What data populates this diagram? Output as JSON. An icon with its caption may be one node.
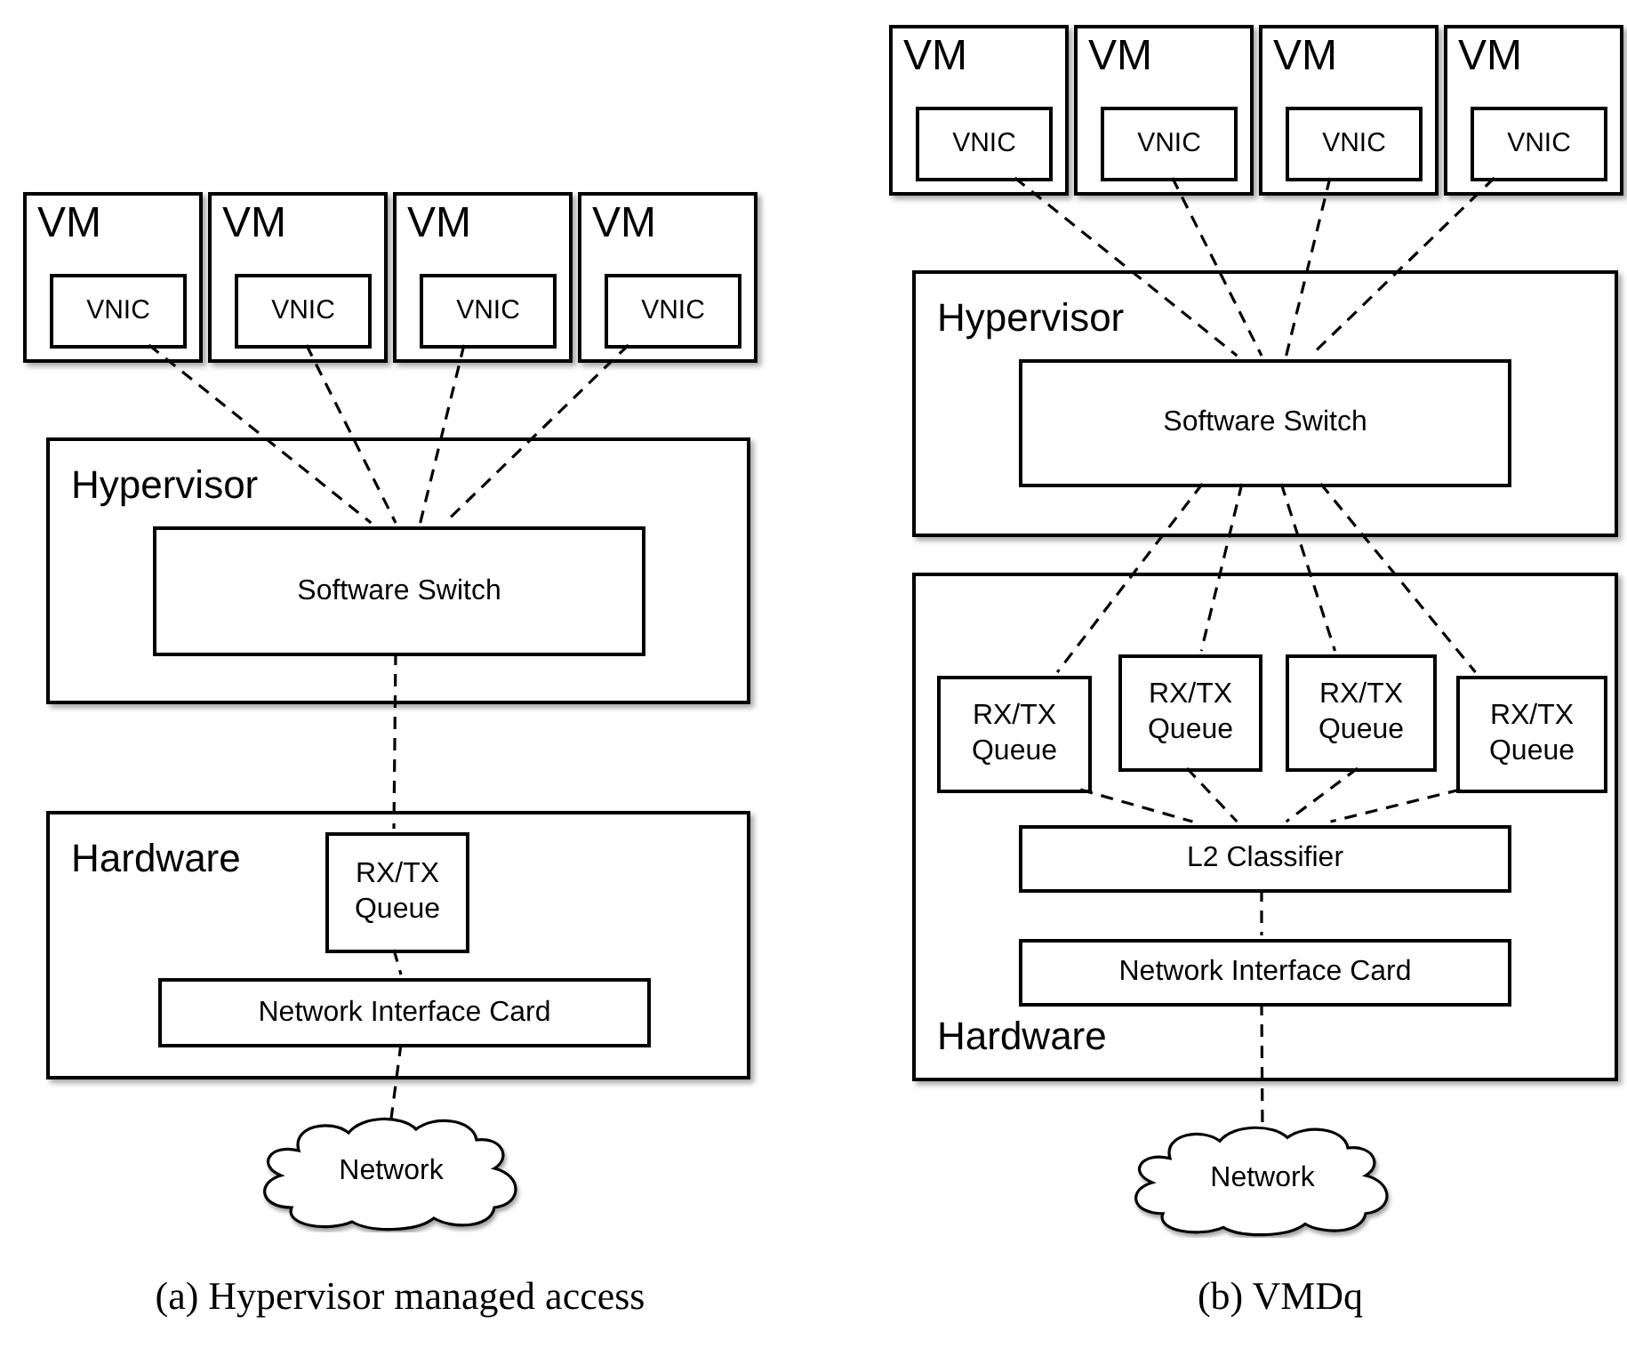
{
  "diagram": {
    "nodes": [
      {
        "text": [
          "VM"
        ]
      },
      {
        "text": [
          "VNIC"
        ],
        "in": 0
      },
      {
        "text": [
          "VM"
        ]
      },
      {
        "text": [
          "VNIC"
        ],
        "in": 2
      },
      {
        "text": [
          "VM"
        ]
      },
      {
        "text": [
          "VNIC"
        ],
        "in": 4
      },
      {
        "text": [
          "VM"
        ]
      },
      {
        "text": [
          "VNIC"
        ],
        "in": 6
      },
      {
        "text": [
          "Hypervisor"
        ]
      },
      {
        "text": [
          "Software Switch"
        ],
        "in": 8
      },
      {
        "text": [
          "Hardware"
        ]
      },
      {
        "text": [
          "RX/TX Queue"
        ],
        "in": 10
      },
      {
        "text": [
          "Network Interface Card"
        ],
        "in": 10
      },
      {
        "text": [
          "Network"
        ]
      },
      {
        "text": [
          "VM"
        ]
      },
      {
        "text": [
          "VNIC"
        ],
        "in": 14
      },
      {
        "text": [
          "VM"
        ]
      },
      {
        "text": [
          "VNIC"
        ],
        "in": 16
      },
      {
        "text": [
          "VM"
        ]
      },
      {
        "text": [
          "VNIC"
        ],
        "in": 18
      },
      {
        "text": [
          "VM"
        ]
      },
      {
        "text": [
          "VNIC"
        ],
        "in": 20
      },
      {
        "text": [
          "Hypervisor"
        ]
      },
      {
        "text": [
          "Software Switch"
        ],
        "in": 22
      },
      {
        "text": [
          "Hardware"
        ]
      },
      {
        "text": [
          "RX/TX Queue"
        ],
        "in": 24
      },
      {
        "text": [
          "RX/TX Queue"
        ],
        "in": 24
      },
      {
        "text": [
          "RX/TX Queue"
        ],
        "in": 24
      },
      {
        "text": [
          "RX/TX Queue"
        ],
        "in": 24
      },
      {
        "text": [
          "L2 Classifier"
        ],
        "in": 24
      },
      {
        "text": [
          "Network Interface Card"
        ],
        "in": 24
      },
      {
        "text": [
          "Network"
        ]
      }
    ],
    "edges": [
      {
        "from": 1,
        "to": 9,
        "arrow": "none"
      },
      {
        "from": 3,
        "to": 9,
        "arrow": "none"
      },
      {
        "from": 5,
        "to": 9,
        "arrow": "none"
      },
      {
        "from": 7,
        "to": 9,
        "arrow": "none"
      },
      {
        "from": 9,
        "to": 11,
        "arrow": "none"
      },
      {
        "from": 11,
        "to": 12,
        "arrow": "none"
      },
      {
        "from": 12,
        "to": 13,
        "arrow": "none"
      },
      {
        "from": 15,
        "to": 23,
        "arrow": "none"
      },
      {
        "from": 17,
        "to": 23,
        "arrow": "none"
      },
      {
        "from": 19,
        "to": 23,
        "arrow": "none"
      },
      {
        "from": 21,
        "to": 23,
        "arrow": "none"
      },
      {
        "from": 23,
        "to": 25,
        "arrow": "none"
      },
      {
        "from": 23,
        "to": 26,
        "arrow": "none"
      },
      {
        "from": 23,
        "to": 27,
        "arrow": "none"
      },
      {
        "from": 23,
        "to": 28,
        "arrow": "none"
      },
      {
        "from": 25,
        "to": 29,
        "arrow": "none"
      },
      {
        "from": 26,
        "to": 29,
        "arrow": "none"
      },
      {
        "from": 27,
        "to": 29,
        "arrow": "none"
      },
      {
        "from": 28,
        "to": 29,
        "arrow": "none"
      },
      {
        "from": 29,
        "to": 30,
        "arrow": "none"
      },
      {
        "from": 30,
        "to": 31,
        "arrow": "none"
      }
    ],
    "labels": [
      "(a) Hypervisor managed access",
      "(b) VMDq"
    ]
  }
}
